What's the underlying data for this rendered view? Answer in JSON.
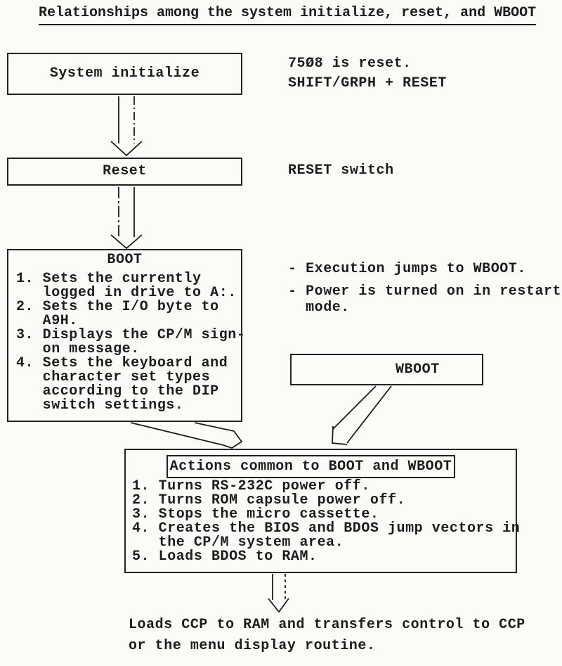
{
  "page": {
    "title": "Relationships among the system initialize, reset, and WBOOT"
  },
  "flow": {
    "system_box": {
      "label": "System initialize"
    },
    "reset_box": {
      "label": "Reset"
    },
    "boot_box": {
      "title": "BOOT",
      "lines": [
        "1. Sets the currently",
        "   logged in drive to A:.",
        "2. Sets the I/O byte to",
        "   A9H.",
        "3. Displays the CP/M sign-",
        "   on message.",
        "4. Sets the keyboard and",
        "   character set types",
        "   according to the DIP",
        "   switch settings."
      ]
    },
    "wboot_box": {
      "label": "WBOOT"
    },
    "actions_box": {
      "title": "Actions common to BOOT and WBOOT",
      "lines": [
        "1. Turns RS-232C power off.",
        "2. Turns ROM capsule power off.",
        "3. Stops the micro cassette.",
        "4. Creates the BIOS and BDOS jump vectors in",
        "   the CP/M system area.",
        "5. Loads BDOS to RAM."
      ]
    }
  },
  "annotations": {
    "system_note_1": "75Ø8 is reset.",
    "system_note_2": "SHIFT/GRPH + RESET",
    "reset_note": "RESET switch",
    "boot_note_1": "- Execution jumps to WBOOT.",
    "boot_note_2_lines": [
      "- Power is turned on in restart",
      "  mode."
    ]
  },
  "footer": {
    "lines": [
      "Loads CCP to RAM and transfers control to CCP",
      "or the menu display routine."
    ]
  },
  "colors": {
    "ink": "#1c1c1c",
    "paper": "#fbfbf8"
  }
}
